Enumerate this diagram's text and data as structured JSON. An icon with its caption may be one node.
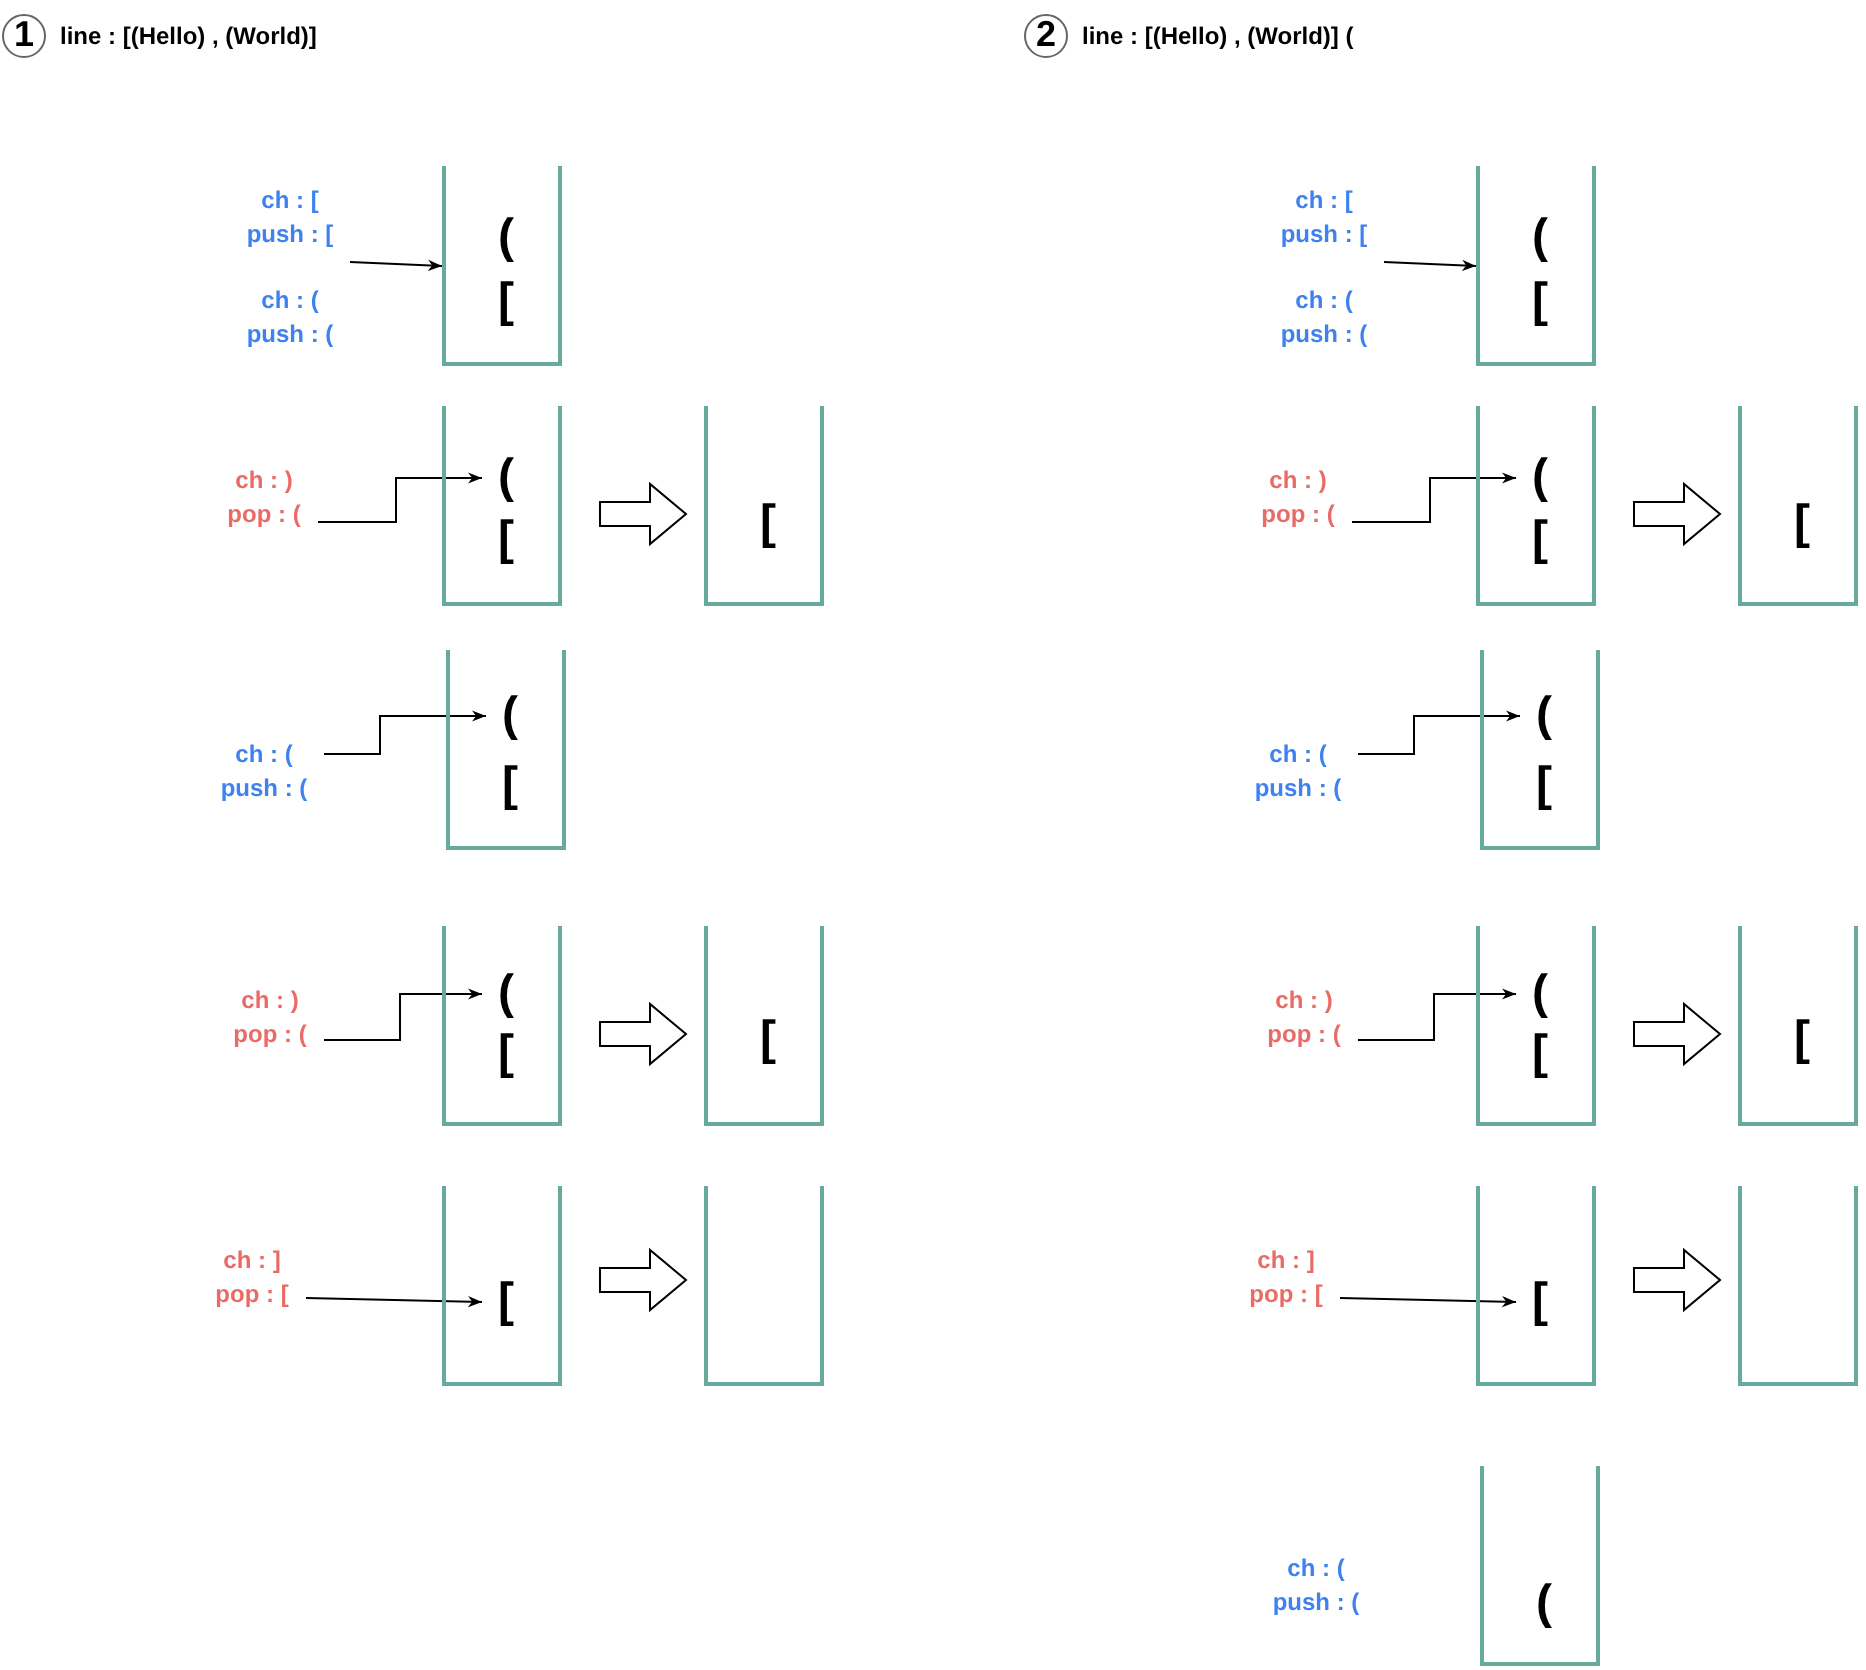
{
  "diagram": {
    "nodes": [
      {
        "text": [
          "1"
        ],
        "beside": [
          "line : [(Hello) , (World)]"
        ]
      },
      {
        "text": [
          "ch : [ push : [",
          "ch : ( push : ("
        ]
      },
      {
        "text": [],
        "shape": "box"
      },
      {
        "text": [
          "("
        ],
        "in": 2
      },
      {
        "text": [
          "["
        ],
        "in": 2
      },
      {
        "text": [
          "ch : ) pop : ("
        ]
      },
      {
        "text": [],
        "shape": "box"
      },
      {
        "text": [
          "("
        ],
        "in": 6
      },
      {
        "text": [
          "["
        ],
        "in": 6
      },
      {
        "text": [],
        "shape": "box"
      },
      {
        "text": [
          "["
        ],
        "in": 9
      },
      {
        "text": [
          "ch : ( push : ("
        ]
      },
      {
        "text": [],
        "shape": "box"
      },
      {
        "text": [
          "("
        ],
        "in": 12
      },
      {
        "text": [
          "["
        ],
        "in": 12
      },
      {
        "text": [
          "ch : ) pop : ("
        ]
      },
      {
        "text": [],
        "shape": "box"
      },
      {
        "text": [
          "("
        ],
        "in": 16
      },
      {
        "text": [
          "["
        ],
        "in": 16
      },
      {
        "text": [],
        "shape": "box"
      },
      {
        "text": [
          "["
        ],
        "in": 19
      },
      {
        "text": [
          "ch : ] pop : ["
        ]
      },
      {
        "text": [],
        "shape": "box"
      },
      {
        "text": [
          "["
        ],
        "in": 22
      },
      {
        "text": [],
        "shape": "box"
      },
      {
        "text": [
          "2"
        ],
        "beside": [
          "line : [(Hello) , (World)] ("
        ]
      },
      {
        "text": [
          "ch : [ push : [",
          "ch : ( push : ("
        ]
      },
      {
        "text": [],
        "shape": "box"
      },
      {
        "text": [
          "("
        ],
        "in": 27
      },
      {
        "text": [
          "["
        ],
        "in": 27
      },
      {
        "text": [
          "ch : ) pop : ("
        ]
      },
      {
        "text": [],
        "shape": "box"
      },
      {
        "text": [
          "("
        ],
        "in": 31
      },
      {
        "text": [
          "["
        ],
        "in": 31
      },
      {
        "text": [],
        "shape": "box"
      },
      {
        "text": [
          "["
        ],
        "in": 34
      },
      {
        "text": [
          "ch : ( push : ("
        ]
      },
      {
        "text": [],
        "shape": "box"
      },
      {
        "text": [
          "("
        ],
        "in": 37
      },
      {
        "text": [
          "["
        ],
        "in": 37
      },
      {
        "text": [
          "ch : ) pop : ("
        ]
      },
      {
        "text": [],
        "shape": "box"
      },
      {
        "text": [
          "("
        ],
        "in": 41
      },
      {
        "text": [
          "["
        ],
        "in": 41
      },
      {
        "text": [],
        "shape": "box"
      },
      {
        "text": [
          "["
        ],
        "in": 44
      },
      {
        "text": [
          "ch : ] pop : ["
        ]
      },
      {
        "text": [],
        "shape": "box"
      },
      {
        "text": [
          "["
        ],
        "in": 47
      },
      {
        "text": [],
        "shape": "box"
      },
      {
        "text": [
          "ch : ( push : ("
        ]
      },
      {
        "text": [],
        "shape": "box"
      },
      {
        "text": [
          "("
        ],
        "in": 51
      }
    ],
    "edges": [
      {
        "from": 1,
        "to": 2,
        "arrow": "to"
      },
      {
        "from": 5,
        "to": 7,
        "arrow": "to"
      },
      {
        "from": 6,
        "to": 9,
        "arrow": "to",
        "style": "thick"
      },
      {
        "from": 11,
        "to": 13,
        "arrow": "to"
      },
      {
        "from": 15,
        "to": 17,
        "arrow": "to"
      },
      {
        "from": 16,
        "to": 19,
        "arrow": "to",
        "style": "thick"
      },
      {
        "from": 21,
        "to": 23,
        "arrow": "to"
      },
      {
        "from": 22,
        "to": 24,
        "arrow": "to",
        "style": "thick"
      },
      {
        "from": 26,
        "to": 27,
        "arrow": "to"
      },
      {
        "from": 30,
        "to": 32,
        "arrow": "to"
      },
      {
        "from": 31,
        "to": 34,
        "arrow": "to",
        "style": "thick"
      },
      {
        "from": 36,
        "to": 38,
        "arrow": "to"
      },
      {
        "from": 40,
        "to": 42,
        "arrow": "to"
      },
      {
        "from": 41,
        "to": 44,
        "arrow": "to",
        "style": "thick"
      },
      {
        "from": 46,
        "to": 48,
        "arrow": "to"
      },
      {
        "from": 47,
        "to": 49,
        "arrow": "to",
        "style": "thick"
      }
    ]
  }
}
